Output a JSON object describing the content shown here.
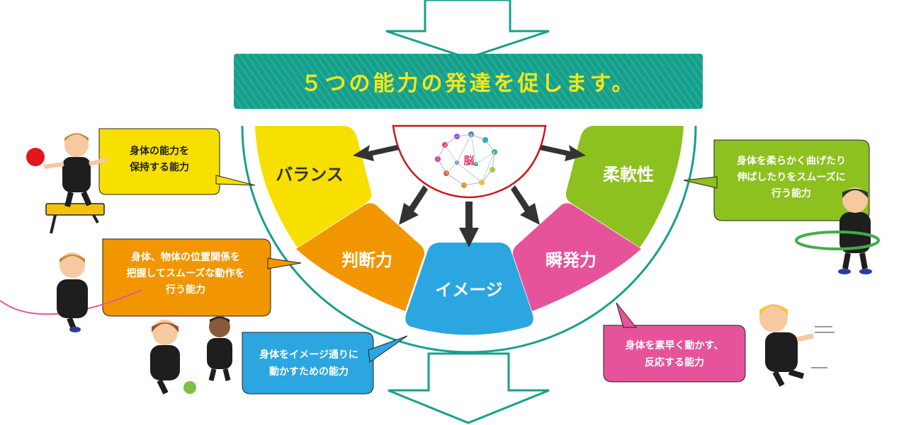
{
  "title": "５つの能力の発達を促します。",
  "center": {
    "label": "脳"
  },
  "segments": [
    {
      "label": "バランス",
      "color": "#f7e000"
    },
    {
      "label": "柔軟性",
      "color": "#8cc11f"
    },
    {
      "label": "判断力",
      "color": "#f29600"
    },
    {
      "label": "イメージ",
      "color": "#2ca6e0"
    },
    {
      "label": "瞬発力",
      "color": "#e7539a"
    }
  ],
  "bubbles": {
    "balance": {
      "lines": [
        "身体の能力を",
        "保持する能力"
      ],
      "color": "#f7e000"
    },
    "judgment": {
      "lines": [
        "身体、物体の位置関係を",
        "把握してスムーズな動作を",
        "行う能力"
      ],
      "color": "#f29600"
    },
    "image": {
      "lines": [
        "身体をイメージ通りに",
        "動かすための能力"
      ],
      "color": "#2ca6e0"
    },
    "flexibility": {
      "lines": [
        "身体を柔らかく曲げたり",
        "伸ばしたりをスムーズに",
        "行う能力"
      ],
      "color": "#8cc11f"
    },
    "power": {
      "lines": [
        "身体を素早く動かす、",
        "反応する能力"
      ],
      "color": "#e7539a"
    }
  },
  "colors": {
    "teal": "#16a08c",
    "arrow_outline": "#16a08c",
    "red_outline": "#c8161d"
  }
}
